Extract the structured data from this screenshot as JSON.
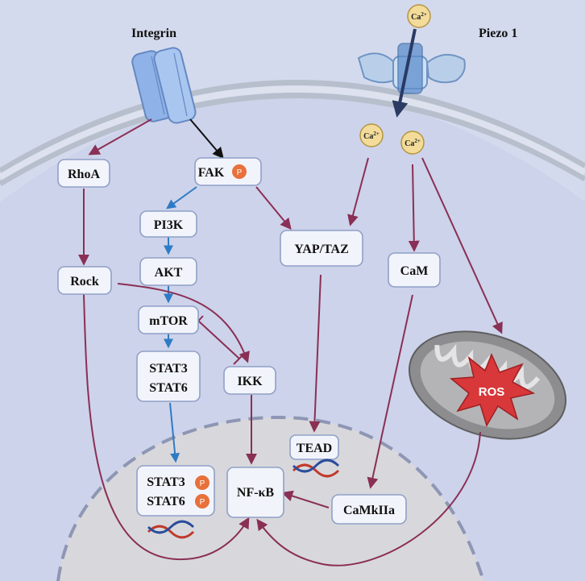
{
  "receptors": {
    "integrin": "Integrin",
    "piezo": "Piezo 1"
  },
  "ion": {
    "label": "Ca",
    "charge": "2+"
  },
  "phospho": {
    "label": "P"
  },
  "ros": {
    "label": "ROS"
  },
  "nodes": {
    "rhoa": "RhoA",
    "fak": "FAK",
    "pi3k": "PI3K",
    "akt": "AKT",
    "mtor": "mTOR",
    "stat_line1": "STAT3",
    "stat_line2": "STAT6",
    "rock": "Rock",
    "ikk": "IKK",
    "yap": "YAP/TAZ",
    "cam": "CaM",
    "tead": "TEAD",
    "pstat_line1": "STAT3",
    "pstat_line2": "STAT6",
    "nfkb": "NF-κB",
    "camk": "CaMkIIa"
  },
  "colors": {
    "cytoplasm": "#cdd3ea",
    "nucleus": "#d8d8dc",
    "membrane": "#b7bfcd",
    "activation": "#8a2f55",
    "kinase": "#2e7bc4",
    "phospho": "#e8703a",
    "ion": "#f3dc9a",
    "ros": "#d8383a"
  }
}
